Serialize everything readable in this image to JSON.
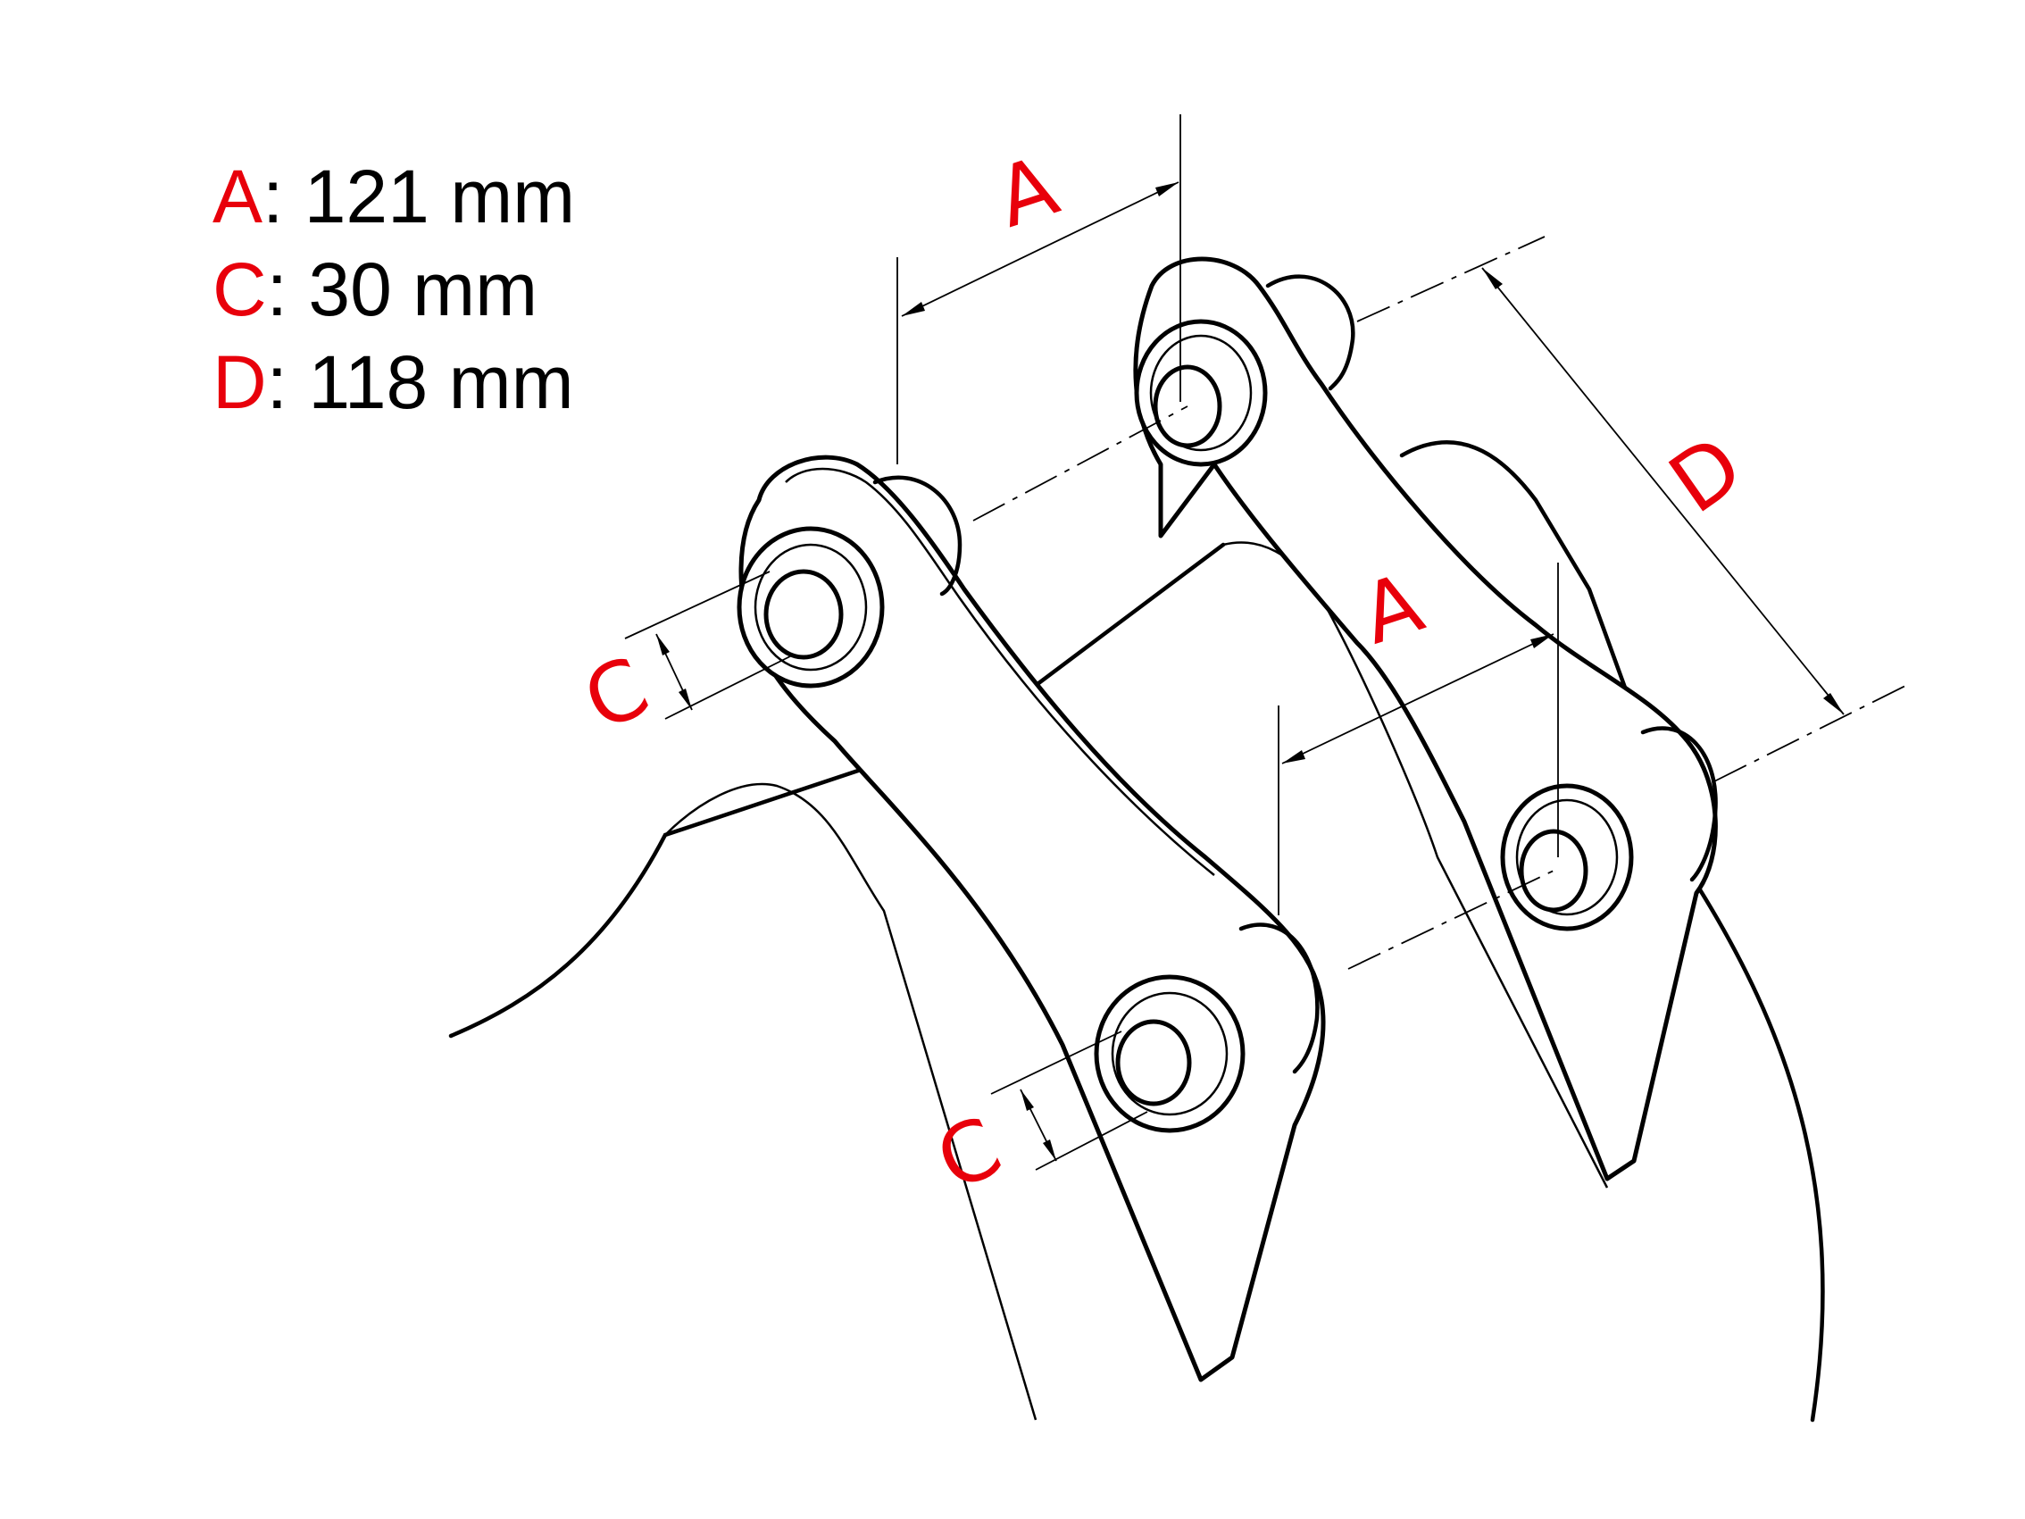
{
  "legend": [
    {
      "letter": "A",
      "value": ": 121 mm"
    },
    {
      "letter": "C",
      "value": ": 30 mm"
    },
    {
      "letter": "D",
      "value": ": 118 mm"
    }
  ],
  "dimension_labels": {
    "a_top": "A",
    "a_mid": "A",
    "c_left": "C",
    "c_bottom": "C",
    "d_right": "D"
  },
  "colors": {
    "label_red": "#e8000b",
    "line": "#000000",
    "background": "#ffffff"
  }
}
